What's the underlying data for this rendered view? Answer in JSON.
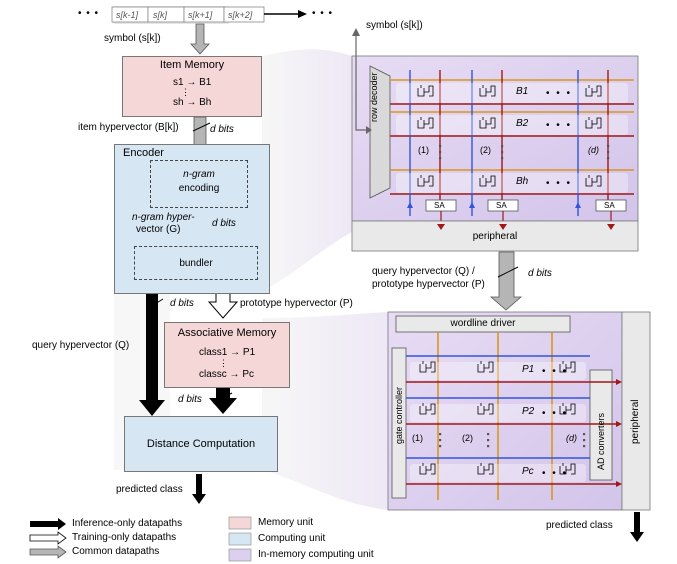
{
  "top_stream": {
    "left_dots": "• • •",
    "cells": [
      "s[k-1]",
      "s[k]",
      "s[k+1]",
      "s[k+2]"
    ],
    "right_dots": "• • •"
  },
  "labels": {
    "symbol_left": "symbol (s[k])",
    "symbol_right": "symbol (s[k])",
    "item_hv": "item hypervector (B[k])",
    "d_bits": "d bits",
    "ngram_hv_1": "n-gram hyper-",
    "ngram_hv_2": "vector (G)",
    "prototype_hv": "prototype hypervector (P)",
    "query_hv": "query hypervector (Q)",
    "query_proto_1": "query hypervector (Q) /",
    "query_proto_2": "prototype hypervector (P)",
    "predicted_left": "predicted class",
    "predicted_right": "predicted class"
  },
  "blocks": {
    "item_memory": {
      "title": "Item Memory",
      "row1": "s1 → B1",
      "dots": "⋮",
      "row2": "sh → Bh"
    },
    "encoder": {
      "title": "Encoder",
      "ngram_1": "n-gram",
      "ngram_2": "encoding",
      "bundler": "bundler"
    },
    "assoc_memory": {
      "title": "Associative Memory",
      "row1": "class1 → P1",
      "dots": "⋮",
      "row2": "classc → Pc"
    },
    "distance": {
      "title": "Distance Computation"
    }
  },
  "array_top": {
    "row_decoder": "row decoder",
    "rows": [
      "B1",
      "B2",
      "Bh"
    ],
    "cols": [
      "(1)",
      "(2)",
      "(d)"
    ],
    "sa": "SA",
    "peripheral": "peripheral"
  },
  "array_bottom": {
    "wordline_driver": "wordline driver",
    "gate_controller": "gate controller",
    "ad_converters": "AD converters",
    "peripheral": "peripheral",
    "rows": [
      "P1",
      "P2",
      "Pc"
    ],
    "cols": [
      "(1)",
      "(2)",
      "(d)"
    ]
  },
  "legend": {
    "inference": "Inference-only datapaths",
    "training": "Training-only datapaths",
    "common": "Common datapaths",
    "memory": "Memory unit",
    "computing": "Computing unit",
    "in_memory": "In-memory computing unit"
  },
  "colors": {
    "memory_unit": "#f6d7d8",
    "computing_unit": "#d7e6f3",
    "in_memory_unit": "#dcd0ee",
    "wire_orange": "#d9961f",
    "wire_red": "#a01818",
    "wire_blue": "#3355dd"
  }
}
